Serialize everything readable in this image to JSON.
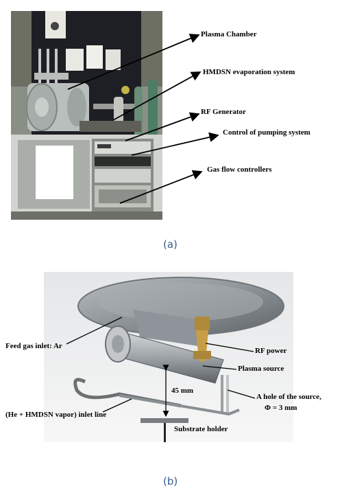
{
  "figure_a": {
    "labels": {
      "plasma_chamber": "Plasma Chamber",
      "hmdsn": "HMDSN evaporation system",
      "rf_generator": "RF Generator",
      "pumping": "Control of pumping system",
      "gas_flow": "Gas flow controllers"
    },
    "caption": "(a)"
  },
  "figure_b": {
    "labels": {
      "feed_gas": "Feed gas inlet: Ar",
      "rf_power": "RF power",
      "plasma_source": "Plasma source",
      "distance": "45 mm",
      "hole": "A hole of the source,",
      "hole_dia": "Φ = 3 mm",
      "inlet_line": "(He + HMDSN vapor) inlet line",
      "substrate": "Substrate holder"
    },
    "caption": "(b)"
  },
  "colors": {
    "caption": "#3a5a8c"
  }
}
